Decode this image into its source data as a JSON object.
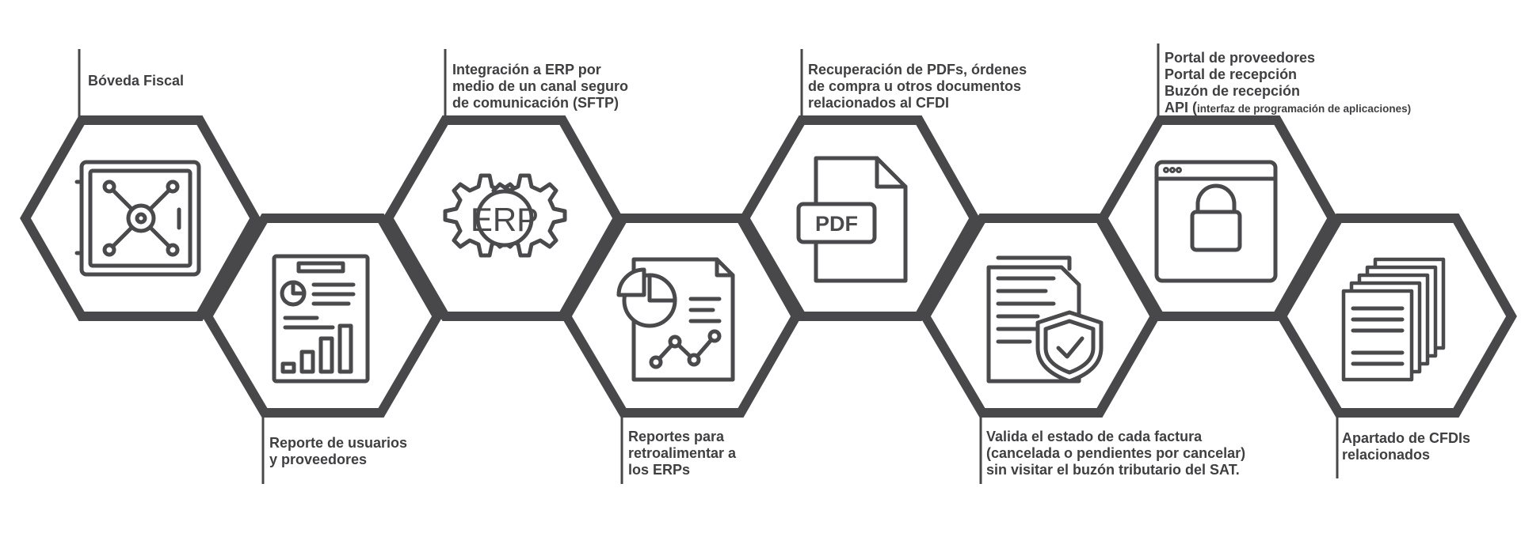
{
  "items": [
    {
      "id": "boveda",
      "icon": "vault-icon",
      "lines": [
        "Bóveda Fiscal"
      ]
    },
    {
      "id": "reporte-usuarios",
      "icon": "report-chart-icon",
      "lines": [
        "Reporte de usuarios",
        "y proveedores"
      ]
    },
    {
      "id": "erp",
      "icon": "erp-gear-icon",
      "lines": [
        "Integración a ERP por",
        "medio de un canal seguro",
        "de comunicación (SFTP)"
      ]
    },
    {
      "id": "reportes-erp",
      "icon": "analytics-report-icon",
      "lines": [
        "Reportes para",
        "retroalimentar a",
        "los ERPs"
      ]
    },
    {
      "id": "pdf",
      "icon": "pdf-file-icon",
      "lines": [
        "Recuperación de PDFs, órdenes",
        "de compra u otros documentos",
        "relacionados al CFDI"
      ]
    },
    {
      "id": "valida",
      "icon": "document-shield-icon",
      "lines": [
        "Valida el estado de cada factura",
        "(cancelada o pendientes por cancelar)",
        "sin visitar el buzón tributario del SAT."
      ]
    },
    {
      "id": "portal",
      "icon": "browser-lock-icon",
      "lines": [
        "Portal de proveedores",
        "Portal de recepción",
        "Buzón de recepción"
      ],
      "api_main": "API (",
      "api_small": "interfaz de programación de aplicaciones)"
    },
    {
      "id": "cfdis",
      "icon": "document-stack-icon",
      "lines": [
        "Apartado de CFDIs",
        "relacionados"
      ]
    }
  ]
}
